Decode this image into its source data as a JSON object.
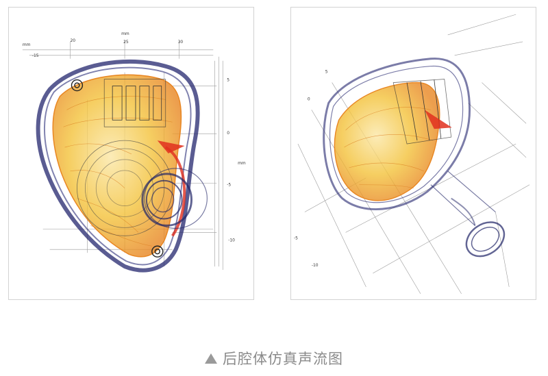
{
  "figure": {
    "caption": "后腔体仿真声流图",
    "caption_icon": "triangle-up-icon",
    "colors": {
      "housing_outline": "#23256e",
      "flow_yellow": "#f3c23a",
      "flow_orange": "#e88622",
      "flow_red": "#e0301f",
      "caption_gray": "#8a8a8a"
    }
  },
  "left_view": {
    "unit_label": "mm",
    "top_ticks": [
      "-15",
      "20",
      "25",
      "30"
    ],
    "right_ticks": [
      "5",
      "0",
      "-5",
      "-10"
    ],
    "side_unit_label": "mm"
  },
  "right_view": {
    "left_ticks": [
      "5",
      "0",
      "-5",
      "-10"
    ]
  }
}
